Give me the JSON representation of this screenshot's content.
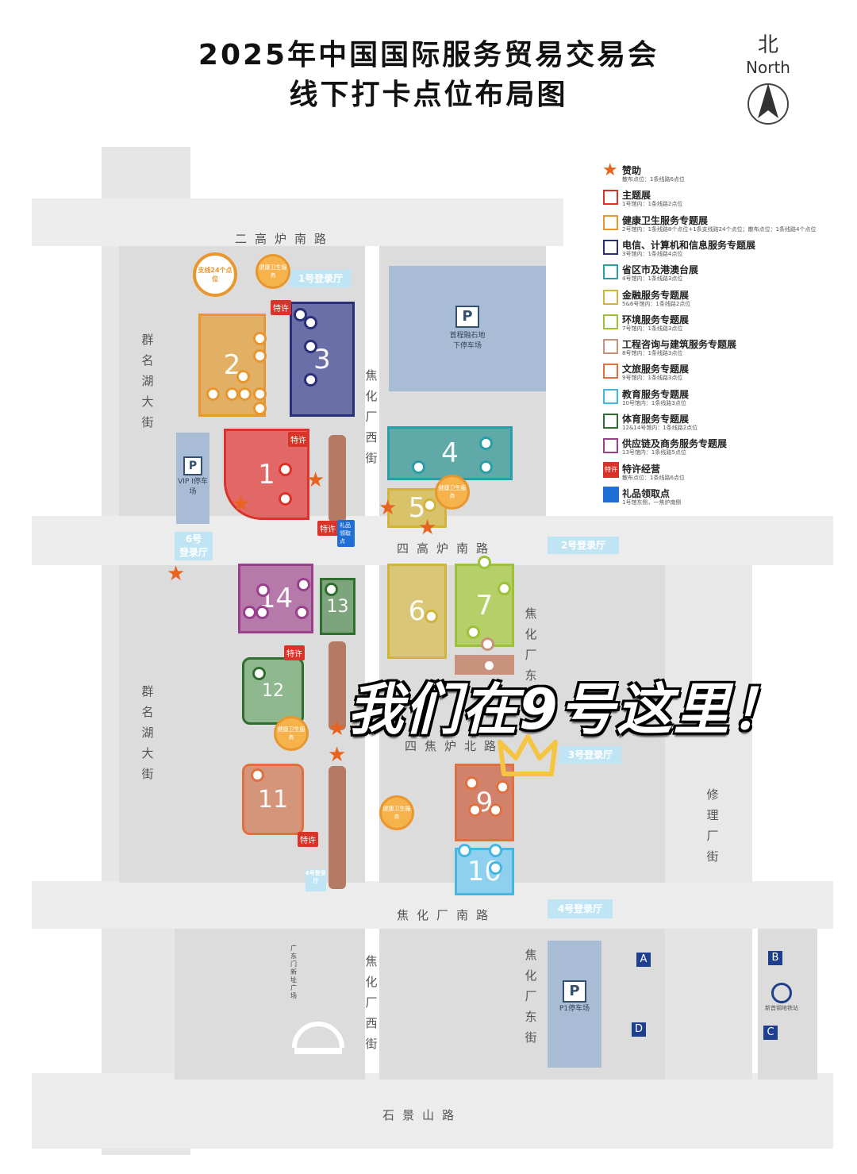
{
  "title": {
    "line1": "2025年中国国际服务贸易交易会",
    "line2": "线下打卡点位布局图"
  },
  "compass": {
    "cn": "北",
    "en": "North"
  },
  "roads": {
    "north": "二高炉南路",
    "mid": "四高炉南路",
    "mid_north": "四焦炉北路",
    "south": "焦化厂南路",
    "bottom": "石景山路",
    "west_upper": "群名湖大街",
    "west_lower": "群名湖大街",
    "jiaohua_west_upper": "焦化厂西街",
    "jiaohua_west_lower": "焦化厂西街",
    "jiaohua_east_upper": "焦化厂东街",
    "jiaohua_east_lower": "焦化厂东街",
    "xiuli": "修理厂街"
  },
  "gates": {
    "g1": "1号登录厅",
    "g2": "2号登录厅",
    "g3": "3号登录厅",
    "g4": "4号登录厅",
    "g6a": "6号",
    "g6b": "登录厅",
    "g6small": "6号登录厅"
  },
  "halls": [
    "1",
    "2",
    "3",
    "4",
    "5",
    "6",
    "7",
    "9",
    "10",
    "11",
    "12",
    "13",
    "14"
  ],
  "parking": {
    "shougang": "首程融石地下停车场",
    "vip": "VIP I停车场",
    "p1": "P1停车场",
    "p_symbol": "P"
  },
  "badges": {
    "tx": "特许",
    "lp": "礼品领取点",
    "health": "健康卫生服务",
    "zx": "支线24个点位"
  },
  "misc": {
    "metro": "新首钢地铁站",
    "exits": [
      "A",
      "B",
      "C",
      "D"
    ],
    "square": "广东门新址广场"
  },
  "overlay": "我们在9号这里！",
  "legend": [
    {
      "title": "赞助",
      "sub": "散布点位：1条线路6点位",
      "color": "#e8641e",
      "star": true
    },
    {
      "title": "主题展",
      "sub": "1号馆内：1条线路2点位",
      "color": "#d9342a"
    },
    {
      "title": "健康卫生服务专题展",
      "sub": "2号馆内：1条线路8个点位+1条支线路24个点位；散布点位：1条线路4个点位",
      "color": "#e8962e"
    },
    {
      "title": "电信、计算机和信息服务专题展",
      "sub": "3号馆内：1条线路4点位",
      "color": "#2a2f7a"
    },
    {
      "title": "省区市及港澳台展",
      "sub": "4号馆内：1条线路3点位",
      "color": "#2a9ea6"
    },
    {
      "title": "金融服务专题展",
      "sub": "5&6号馆内：1条线路2点位",
      "color": "#d2b43a"
    },
    {
      "title": "环境服务专题展",
      "sub": "7号馆内：1条线路3点位",
      "color": "#9cc23a"
    },
    {
      "title": "工程咨询与建筑服务专题展",
      "sub": "8号馆内：1条线路3点位",
      "color": "#c9927c"
    },
    {
      "title": "文旅服务专题展",
      "sub": "9号馆内：1条线路3点位",
      "color": "#e0713e"
    },
    {
      "title": "教育服务专题展",
      "sub": "10号馆内：1条线路3点位",
      "color": "#46b7e2"
    },
    {
      "title": "体育服务专题展",
      "sub": "12&14号馆内：1条线路2点位",
      "color": "#2f6e2f"
    },
    {
      "title": "供应链及商务服务专题展",
      "sub": "13号馆内：1条线路5点位",
      "color": "#9a3f8c"
    },
    {
      "title": "特许经营",
      "sub": "散布点位：1条线路6点位",
      "color": "#d9342a",
      "badge": "特许"
    },
    {
      "title": "礼品领取点",
      "sub": "1号馆东侧，一焦炉南侧",
      "color": "#1f6fd6",
      "badge": "礼品领取点"
    }
  ]
}
